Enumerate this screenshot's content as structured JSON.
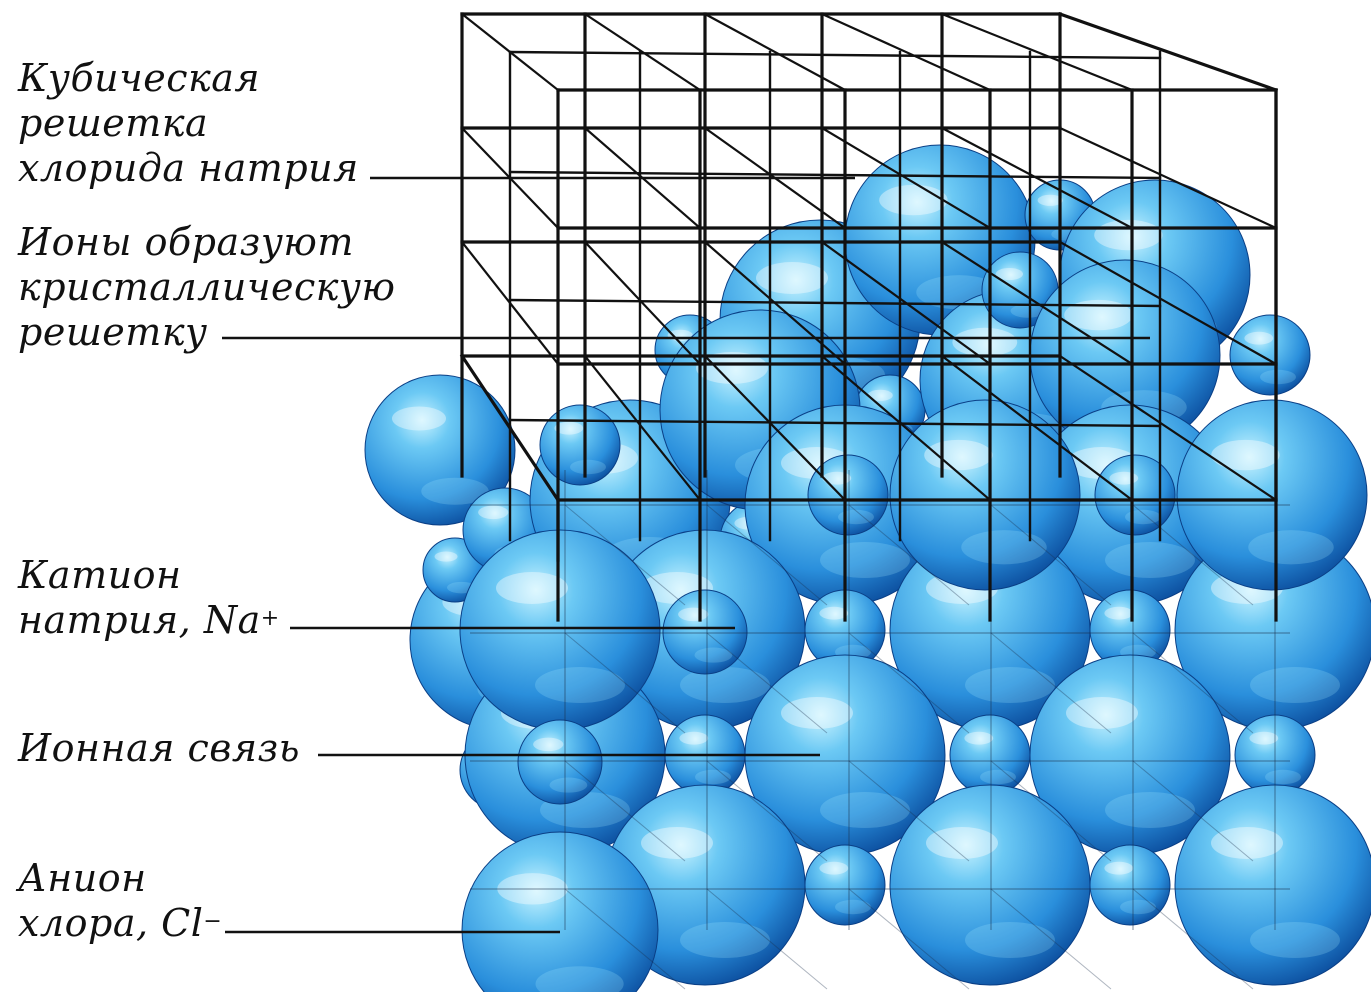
{
  "labels": {
    "lattice": {
      "lines": [
        "Кубическая",
        "решетка",
        "хлорида натрия"
      ]
    },
    "ions_form": {
      "lines": [
        "Ионы образуют",
        "кристаллическую",
        "решетку"
      ]
    },
    "cation": {
      "line1": "Катион",
      "line2": "натрия, Na",
      "charge": "+"
    },
    "bond": {
      "text": "Ионная связь"
    },
    "anion": {
      "line1": "Анион",
      "line2": "хлора, Cl",
      "charge": "−"
    }
  },
  "colors": {
    "ion_light": "#8fe0ff",
    "ion_mid": "#2b9fe0",
    "ion_dark": "#0c4fa0",
    "lattice_line": "#111111",
    "leader_line": "#111111"
  }
}
